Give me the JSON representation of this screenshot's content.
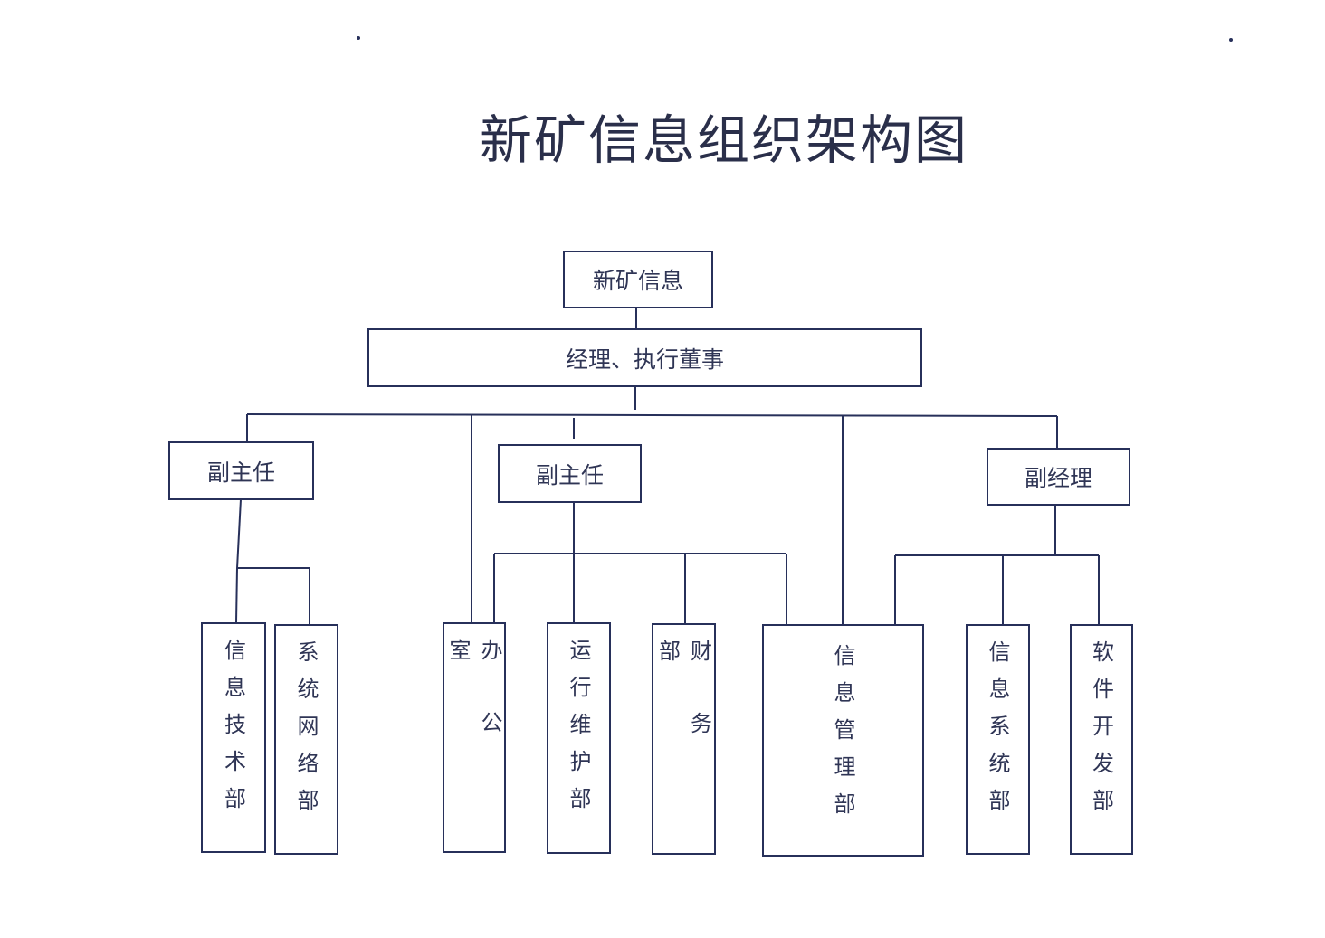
{
  "title": "新矿信息组织架构图",
  "root": "新矿信息",
  "manager": "经理、执行董事",
  "deputies": [
    "副主任",
    "副主任",
    "副经理"
  ],
  "departments": [
    "信息技术部",
    "系统网络部",
    "办公室",
    "运行维护部",
    "财务部",
    "信息管理部",
    "信息系统部",
    "软件开发部"
  ],
  "colors": {
    "line": "#27305a",
    "text": "#2f3555"
  }
}
